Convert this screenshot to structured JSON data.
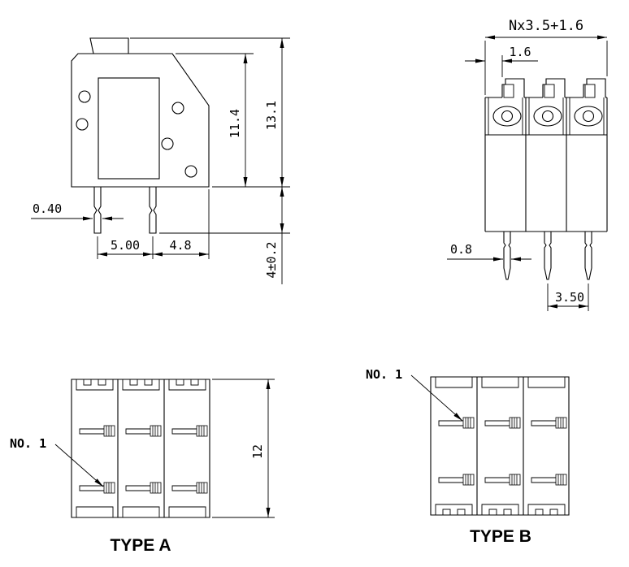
{
  "drawing": {
    "side_view": {
      "dim_body_height": "11.4",
      "dim_total_height": "13.1",
      "dim_pin_thickness": "0.40",
      "dim_pin_pitch": "5.00",
      "dim_pin_to_edge": "4.8",
      "dim_pin_length": "4±0.2"
    },
    "front_view": {
      "dim_total_width": "Nx3.5+1.6",
      "dim_end_margin": "1.6",
      "dim_pin_width": "0.8",
      "dim_pitch": "3.50"
    },
    "type_a_view": {
      "callout_no1": "NO. 1",
      "dim_height": "12",
      "caption": "TYPE A"
    },
    "type_b_view": {
      "callout_no1": "NO. 1",
      "caption": "TYPE B"
    }
  }
}
